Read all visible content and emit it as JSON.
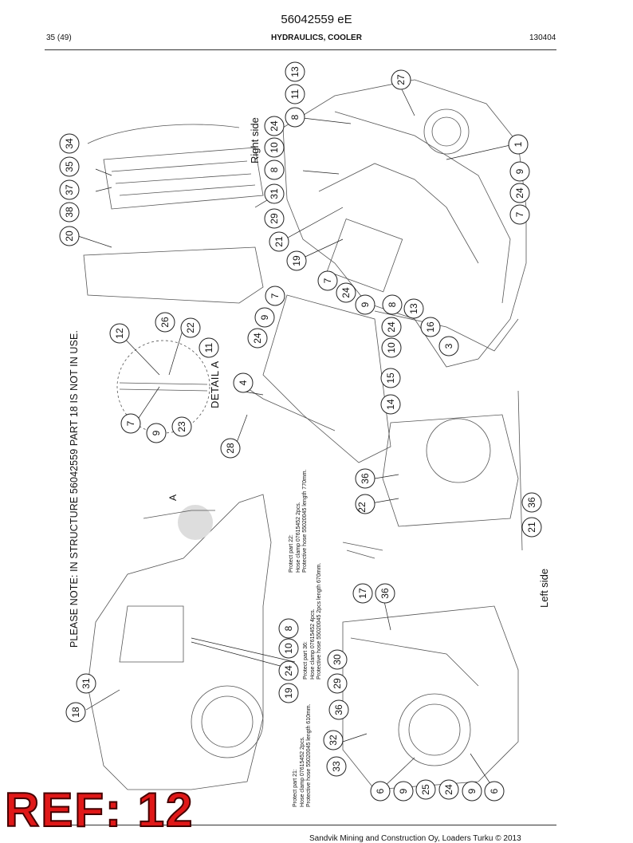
{
  "header": {
    "doc_number": "56042559 eE",
    "page": "35 (49)",
    "section": "HYDRAULICS, COOLER",
    "date_code": "130404"
  },
  "drawing": {
    "note_main": "PLEASE NOTE: IN STRUCTURE 56042559 PART 18 IS NOT IN USE.",
    "detail_label": "DETAIL A",
    "detail_marker": "A",
    "right_side_label": "Right side",
    "left_side_label": "Left side",
    "callouts": [
      "13",
      "27",
      "11",
      "8",
      "24",
      "10",
      "1",
      "8",
      "9",
      "31",
      "24",
      "7",
      "29",
      "21",
      "19",
      "7",
      "24",
      "9",
      "8",
      "13",
      "16",
      "3",
      "34",
      "35",
      "37",
      "38",
      "20",
      "12",
      "26",
      "22",
      "11",
      "7",
      "9",
      "23",
      "7",
      "9",
      "24",
      "4",
      "15",
      "14",
      "10",
      "24",
      "28",
      "36",
      "22",
      "36",
      "21",
      "17",
      "36",
      "30",
      "29",
      "36",
      "8",
      "10",
      "24",
      "19",
      "31",
      "18",
      "32",
      "33",
      "6",
      "9",
      "25",
      "24",
      "9",
      "6"
    ],
    "notes": [
      {
        "lines": [
          "Protect part 22:",
          "Hose clamp 07615452 2pcs.",
          "Protective hose 55020045 length 770mm."
        ]
      },
      {
        "lines": [
          "Protect part 36:",
          "Hose clamp 07615452 4pcs.",
          "Protective hose 55020045 2pcs length 670mm."
        ]
      },
      {
        "lines": [
          "Protect part 21:",
          "Hose clamp 07615452 2pcs.",
          "Protective hose 55020045 length 610mm."
        ]
      }
    ]
  },
  "stamp": {
    "text": "REF: 12",
    "color": "#e01818"
  },
  "footer": {
    "text": "Sandvik Mining and Construction Oy, Loaders Turku © 2013"
  }
}
